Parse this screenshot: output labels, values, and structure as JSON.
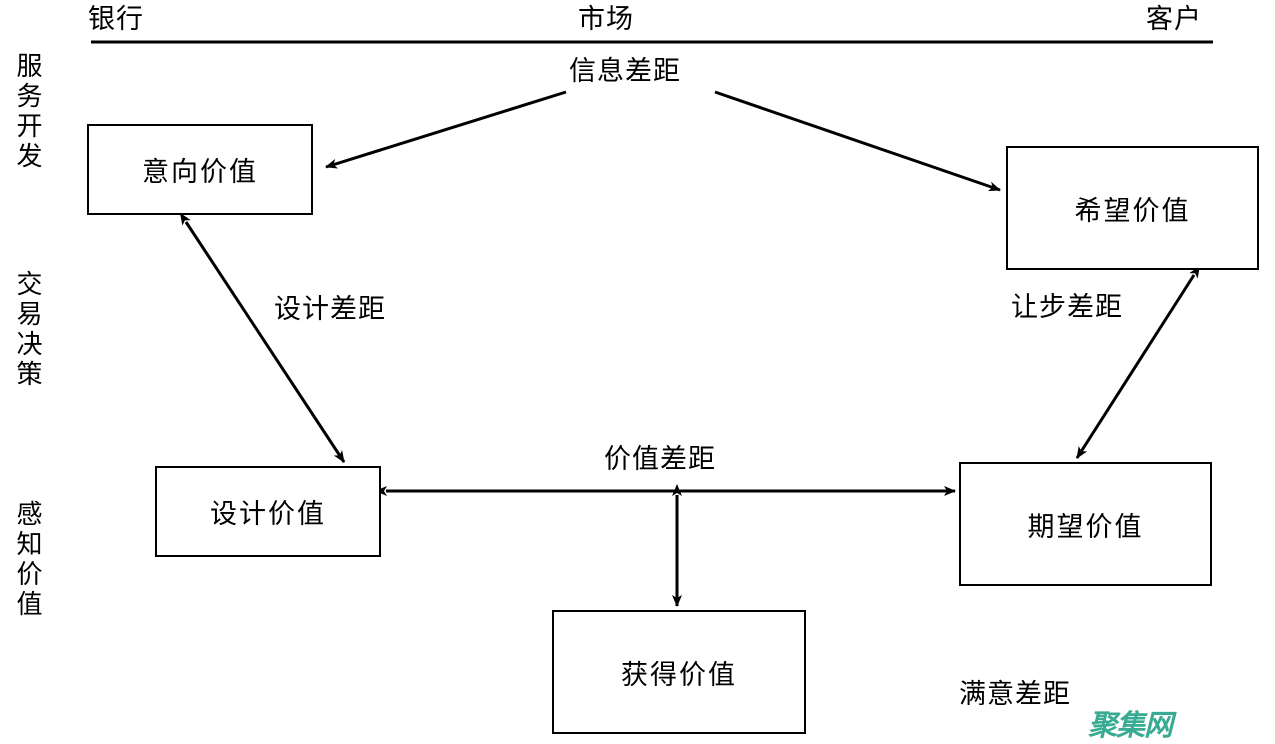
{
  "diagram": {
    "title_columns": [
      {
        "key": "bank",
        "label": "银行"
      },
      {
        "key": "market",
        "label": "市场"
      },
      {
        "key": "customer",
        "label": "客户"
      }
    ],
    "stage_labels": [
      {
        "key": "development",
        "label": "服务开发"
      },
      {
        "key": "decision",
        "label": "交易决策"
      },
      {
        "key": "perception",
        "label": "感知价值"
      }
    ],
    "nodes": [
      {
        "key": "intent",
        "label": "意向价值"
      },
      {
        "key": "hope",
        "label": "希望价值"
      },
      {
        "key": "design",
        "label": "设计价值"
      },
      {
        "key": "expect",
        "label": "期望价值"
      },
      {
        "key": "obtained",
        "label": "获得价值"
      }
    ],
    "gaps": [
      {
        "key": "information",
        "label": "信息差距",
        "from": "market",
        "to": [
          "intent",
          "hope"
        ],
        "arrow": "双向分叉"
      },
      {
        "key": "design",
        "label": "设计差距",
        "from": "intent",
        "to": [
          "design"
        ],
        "arrow": "双箭头"
      },
      {
        "key": "concession",
        "label": "让步差距",
        "from": "hope",
        "to": [
          "expect"
        ],
        "arrow": "双箭头"
      },
      {
        "key": "value",
        "label": "价值差距",
        "from": "expect",
        "to": [
          "design"
        ],
        "arrow": "双箭头"
      },
      {
        "key": "satisfy",
        "label": "满意差距",
        "from": "design",
        "to": [
          "obtained"
        ],
        "arrow": "双箭头"
      }
    ],
    "watermark": "聚集网",
    "colors": {
      "ink": "#000000",
      "paper": "#ffffff",
      "watermark": "#3aab93"
    }
  }
}
